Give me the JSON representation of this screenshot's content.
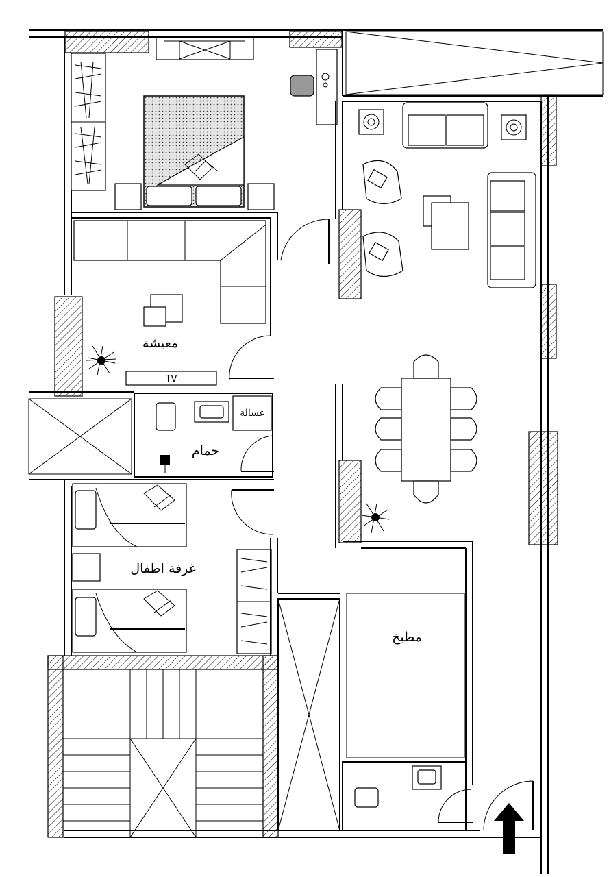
{
  "rooms": {
    "living": "معيشة",
    "bathroom": "حمام",
    "laundry": "غسالة",
    "kids_room": "غرفة اطفال",
    "kitchen": "مطبخ"
  },
  "tv_label": "TV"
}
